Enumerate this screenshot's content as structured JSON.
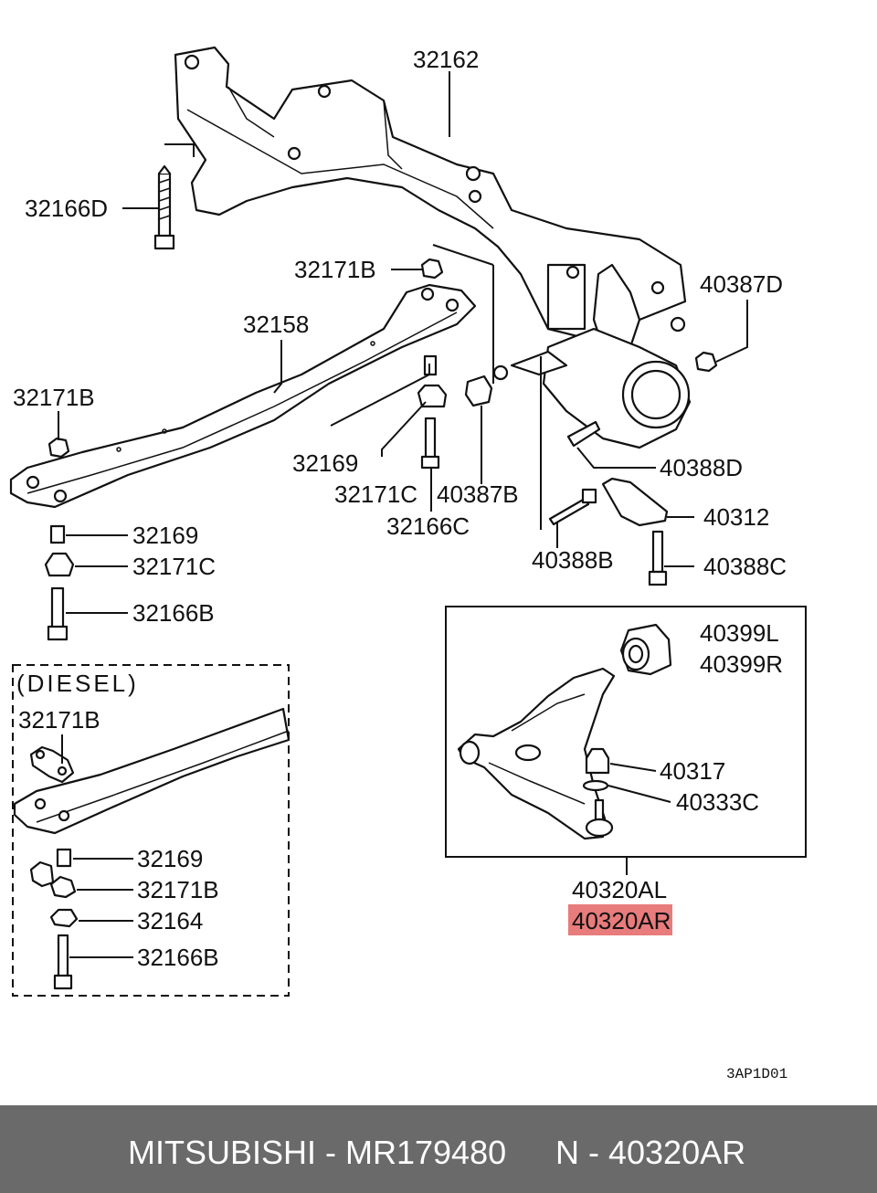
{
  "labels": {
    "l32162": "32162",
    "l32166D": "32166D",
    "l32171B_a": "32171B",
    "l40387D": "40387D",
    "l32158": "32158",
    "l32171B_b": "32171B",
    "l32169_a": "32169",
    "l32171C_a": "32171C",
    "l40387B": "40387B",
    "l40388D": "40388D",
    "l32166C": "32166C",
    "l40312": "40312",
    "l40388B": "40388B",
    "l40388C": "40388C",
    "l32169_b": "32169",
    "l32171C_b": "32171C",
    "l32166B_a": "32166B",
    "diesel": "(DIESEL)",
    "l32171B_c": "32171B",
    "l32169_c": "32169",
    "l32171B_d": "32171B",
    "l32164": "32164",
    "l32166B_b": "32166B",
    "l40399L": "40399L",
    "l40399R": "40399R",
    "l40317": "40317",
    "l40333C": "40333C",
    "l40320AL": "40320AL",
    "l40320AR": "40320AR",
    "code": "3AP1D01"
  },
  "highlight_color": "#e87b7b",
  "footer": {
    "brand": "MITSUBISHI - MR179480",
    "part": "N - 40320AR"
  }
}
